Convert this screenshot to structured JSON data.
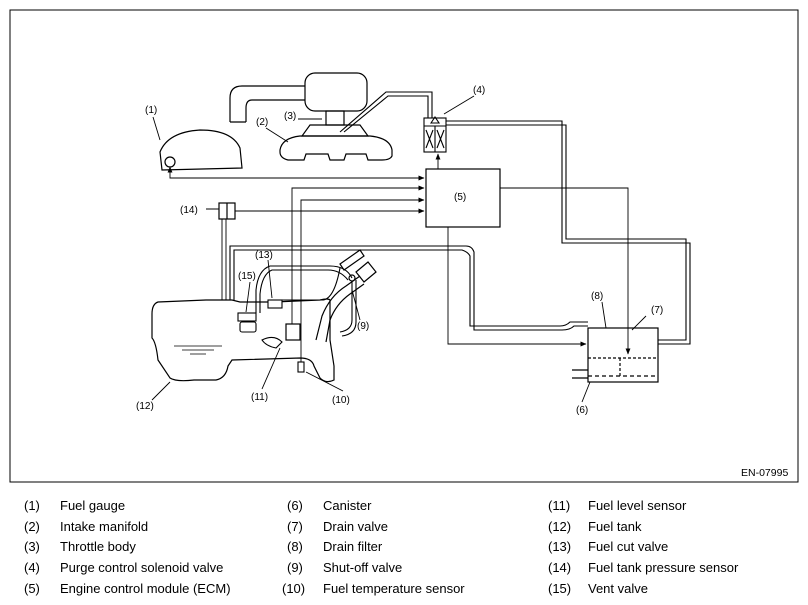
{
  "figure_code": "EN-07995",
  "callouts": {
    "c1": "(1)",
    "c2": "(2)",
    "c3": "(3)",
    "c4": "(4)",
    "c5": "(5)",
    "c6": "(6)",
    "c7": "(7)",
    "c8": "(8)",
    "c9": "(9)",
    "c10": "(10)",
    "c11": "(11)",
    "c12": "(12)",
    "c13": "(13)",
    "c14": "(14)",
    "c15": "(15)"
  },
  "legend": [
    {
      "num": "(1)",
      "text": "Fuel gauge"
    },
    {
      "num": "(2)",
      "text": "Intake manifold"
    },
    {
      "num": "(3)",
      "text": "Throttle body"
    },
    {
      "num": "(4)",
      "text": "Purge control solenoid valve"
    },
    {
      "num": "(5)",
      "text": "Engine control module (ECM)"
    },
    {
      "num": "(6)",
      "text": "Canister"
    },
    {
      "num": "(7)",
      "text": "Drain valve"
    },
    {
      "num": "(8)",
      "text": "Drain filter"
    },
    {
      "num": "(9)",
      "text": "Shut-off valve"
    },
    {
      "num": "(10)",
      "text": "Fuel temperature sensor"
    },
    {
      "num": "(11)",
      "text": "Fuel level sensor"
    },
    {
      "num": "(12)",
      "text": "Fuel tank"
    },
    {
      "num": "(13)",
      "text": "Fuel cut valve"
    },
    {
      "num": "(14)",
      "text": "Fuel tank pressure sensor"
    },
    {
      "num": "(15)",
      "text": "Vent valve"
    }
  ]
}
